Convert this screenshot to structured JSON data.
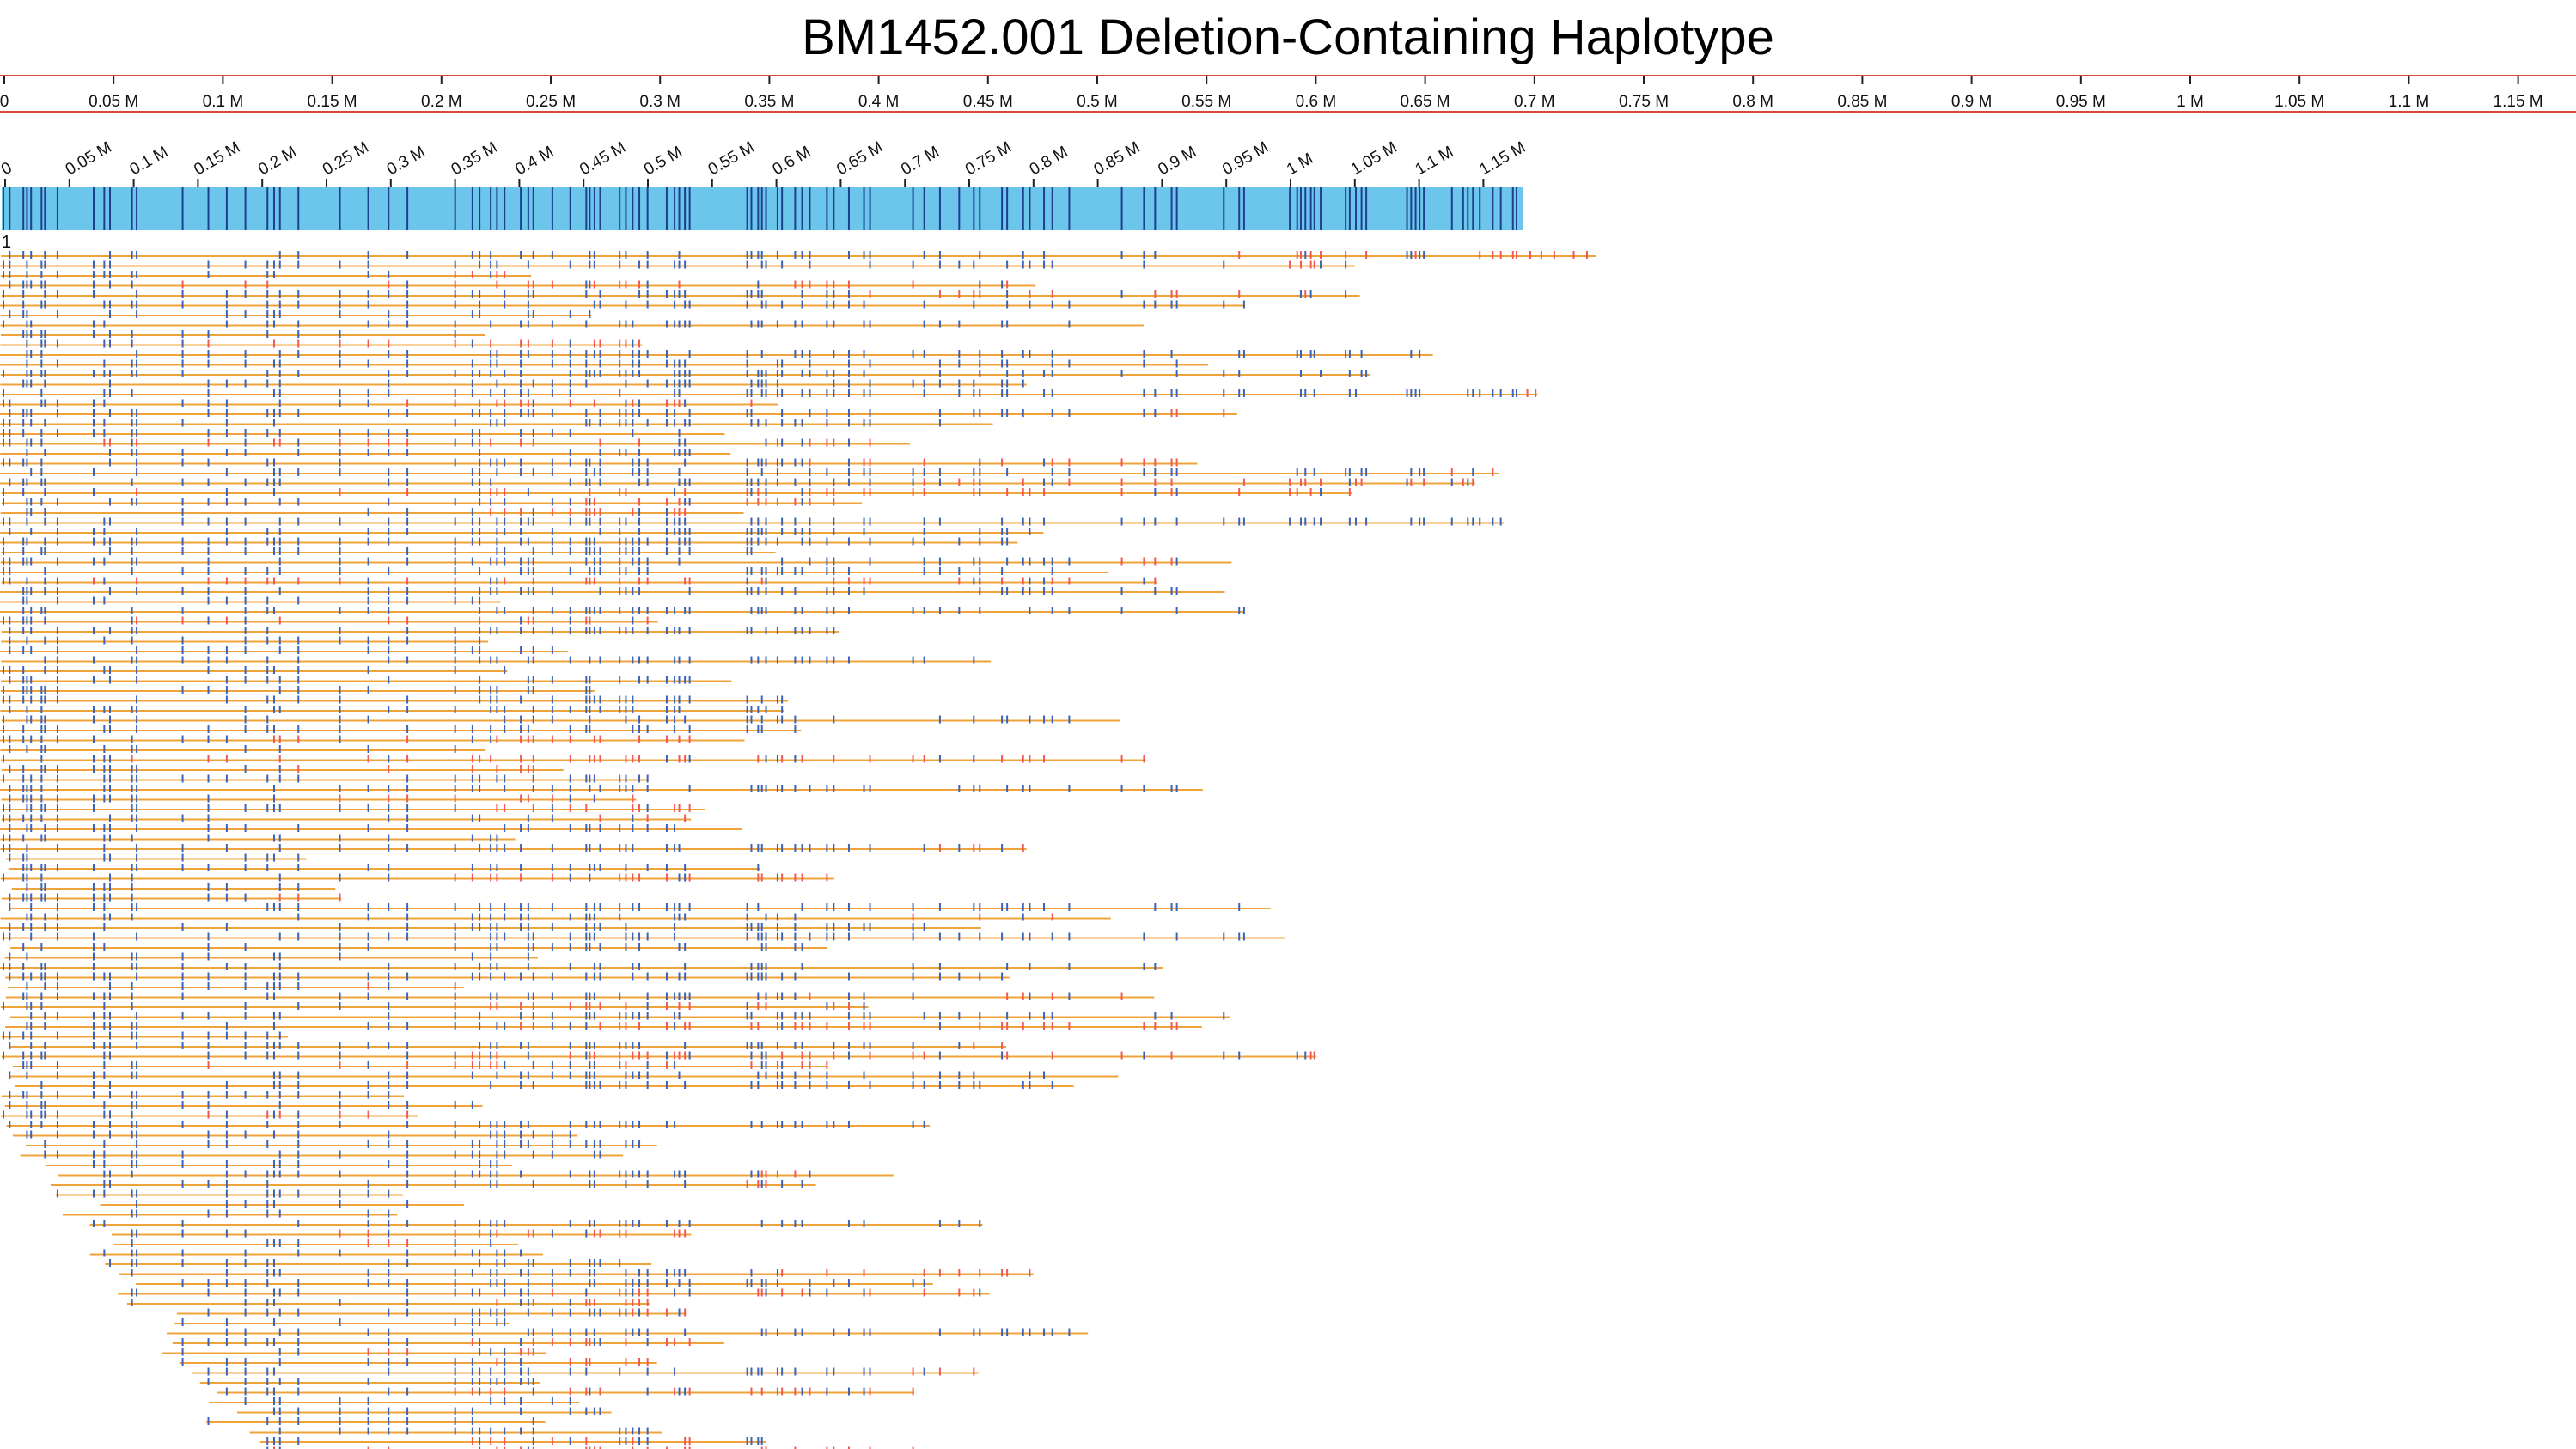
{
  "title": "BM1452.001 Deletion-Containing Haplotype",
  "colors": {
    "ruler_border": "#d9473c",
    "map_fill": "#6cc6ec",
    "map_site": "#1d3f8f",
    "read_line": "#f0a33a",
    "aligned_site": "#3c63b8",
    "unaligned_site": "#ef5a52",
    "text": "#111111"
  },
  "ruler": {
    "start": 0,
    "end": 1.18,
    "unit": "M",
    "labels": [
      "0",
      "0.05 M",
      "0.1 M",
      "0.15 M",
      "0.2 M",
      "0.25 M",
      "0.3 M",
      "0.35 M",
      "0.4 M",
      "0.45 M",
      "0.5 M",
      "0.55 M",
      "0.6 M",
      "0.65 M",
      "0.7 M",
      "0.75 M",
      "0.8 M",
      "0.85 M",
      "0.9 M",
      "0.95 M",
      "1 M",
      "1.05 M",
      "1.1 M",
      "1.15 M"
    ]
  },
  "consensus_map": {
    "start": 0,
    "end": 1.185,
    "labels": [
      "0",
      "0.05 M",
      "0.1 M",
      "0.15 M",
      "0.2 M",
      "0.25 M",
      "0.3 M",
      "0.35 M",
      "0.4 M",
      "0.45 M",
      "0.5 M",
      "0.55 M",
      "0.6 M",
      "0.65 M",
      "0.7 M",
      "0.75 M",
      "0.8 M",
      "0.85 M",
      "0.9 M",
      "0.95 M",
      "1 M",
      "1.05 M",
      "1.1 M",
      "1.15 M"
    ]
  },
  "first_row_label": "1",
  "molecules_note": "approximately 125 aligned molecules shown as orange lines with label sites (blue = aligned, red = unaligned)"
}
